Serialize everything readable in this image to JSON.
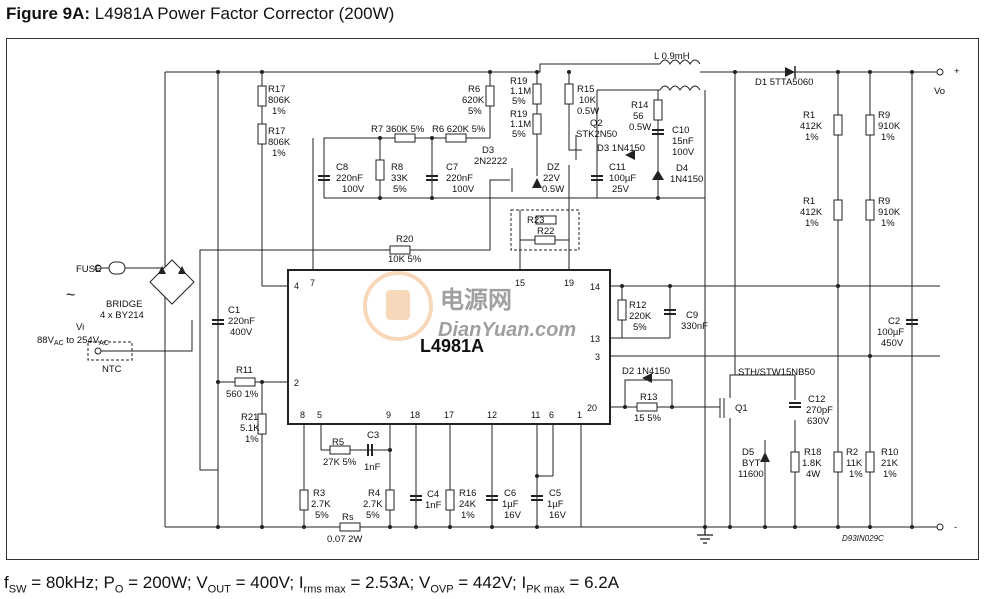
{
  "title": {
    "prefix": "Figure 9A:",
    "text": "L4981A Power Factor Corrector (200W)"
  },
  "ic": {
    "name": "L4981A",
    "pins": {
      "p4": "4",
      "p7": "7",
      "p15": "15",
      "p19": "19",
      "p14": "14",
      "p13": "13",
      "p3": "3",
      "p20": "20",
      "p2": "2",
      "p8": "8",
      "p5": "5",
      "p9": "9",
      "p18": "18",
      "p17": "17",
      "p12": "12",
      "p11": "11",
      "p6": "6",
      "p1": "1"
    }
  },
  "components": {
    "r17a": [
      "R17",
      "806K",
      "1%"
    ],
    "r17b": [
      "R17",
      "806K",
      "1%"
    ],
    "r6": [
      "R6",
      "620K",
      "5%"
    ],
    "r19a": [
      "R19",
      "1.1M",
      "5%"
    ],
    "r19b": [
      "R19",
      "1.1M",
      "5%"
    ],
    "r15": [
      "R15",
      "10K",
      "0.5W"
    ],
    "q2": [
      "Q2",
      "STK2N50"
    ],
    "l": "L 0.9mH",
    "d1": "D1 5TTA5060",
    "r14": [
      "R14",
      "56",
      "0.5W"
    ],
    "c10": [
      "C10",
      "15nF",
      "100V"
    ],
    "d3b": "D3 1N4150",
    "d4": [
      "D4",
      "1N4150"
    ],
    "c11": [
      "C11",
      "100µF",
      "25V"
    ],
    "dz": [
      "DZ",
      "22V",
      "0.5W"
    ],
    "d3": [
      "D3",
      "2N2222"
    ],
    "r7": "R7 360K 5%",
    "r6b": "R6 620K 5%",
    "c8": [
      "C8",
      "220nF",
      "100V"
    ],
    "r8": [
      "R8",
      "33K",
      "5%"
    ],
    "c7": [
      "C7",
      "220nF",
      "100V"
    ],
    "r23": "R23",
    "r22": "R22",
    "r20": [
      "R20",
      "10K 5%"
    ],
    "r1a": [
      "R1",
      "412K",
      "1%"
    ],
    "r1b": [
      "R1",
      "412K",
      "1%"
    ],
    "r9a": [
      "R9",
      "910K",
      "1%"
    ],
    "r9b": [
      "R9",
      "910K",
      "1%"
    ],
    "c2": [
      "C2",
      "100µF",
      "450V"
    ],
    "vo": "Vo",
    "plus": "+",
    "minus": "-",
    "r12": [
      "R12",
      "220K",
      "5%"
    ],
    "c9": [
      "C9",
      "330nF"
    ],
    "fuse": "FUSE",
    "bridge": [
      "BRIDGE",
      "4 x BY214"
    ],
    "vi": "Vi",
    "vrange": "88V",
    "vac1": "AC",
    "vrange2": " to 254V",
    "vac2": "AC",
    "ntc": "NTC",
    "tilde": "~",
    "c1": [
      "C1",
      "220nF",
      "400V"
    ],
    "r11": [
      "R11",
      "560 1%"
    ],
    "r21": [
      "R21",
      "5.1K",
      "1%"
    ],
    "r5": [
      "R5",
      "27K 5%"
    ],
    "c3": [
      "C3",
      "1nF"
    ],
    "r3": [
      "R3",
      "2.7K",
      "5%"
    ],
    "r4": [
      "R4",
      "2.7K",
      "5%"
    ],
    "rs": [
      "Rs",
      "0.07 2W"
    ],
    "c4": [
      "C4",
      "1nF"
    ],
    "r16": [
      "R16",
      "24K",
      "1%"
    ],
    "c6": [
      "C6",
      "1µF",
      "16V"
    ],
    "c5": [
      "C5",
      "1µF",
      "16V"
    ],
    "d2": "D2 1N4150",
    "r13": [
      "R13",
      "15 5%"
    ],
    "q1name": "STH/STW15NB50",
    "q1": "Q1",
    "c12": [
      "C12",
      "270pF",
      "630V"
    ],
    "d5": [
      "D5",
      "BYT",
      "11600"
    ],
    "r18": [
      "R18",
      "1.8K",
      "4W"
    ],
    "r2": [
      "R2",
      "11K",
      "1%"
    ],
    "r10": [
      "R10",
      "21K",
      "1%"
    ],
    "code": "D93IN029C"
  },
  "watermark": {
    "cn": "电源网",
    "en": "DianYuan.com"
  },
  "footer": {
    "f_sw": "f",
    "f_sub": "SW",
    "f_val": " = 80kHz; ",
    "p_o": "P",
    "p_sub": "O",
    "p_val": " = 200W; ",
    "v_out": "V",
    "v_out_sub": "OUT",
    "v_out_val": " = 400V; ",
    "i_rms": "I",
    "i_rms_sub": "rms max",
    "i_rms_val": " = 2.53A; ",
    "v_ovp": "V",
    "v_ovp_sub": "OVP",
    "v_ovp_val": " = 442V; ",
    "i_pk": "I",
    "i_pk_sub": "PK max",
    "i_pk_val": " = 6.2A"
  },
  "colors": {
    "watermark": "#e8903a",
    "line": "#222222"
  }
}
